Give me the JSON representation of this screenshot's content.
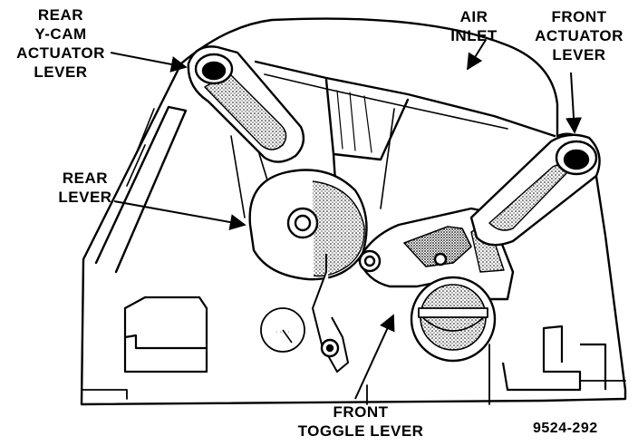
{
  "labels": {
    "rear_ycam": {
      "line1": "REAR",
      "line2": "Y-CAM",
      "line3": "ACTUATOR",
      "line4": "LEVER"
    },
    "air_inlet": {
      "line1": "AIR",
      "line2": "INLET"
    },
    "front_actuator": {
      "line1": "FRONT",
      "line2": "ACTUATOR",
      "line3": "LEVER"
    },
    "rear_lever": {
      "line1": "REAR",
      "line2": "LEVER"
    },
    "front_toggle": {
      "line1": "FRONT",
      "line2": "TOGGLE LEVER"
    }
  },
  "figure_number": "9524-292",
  "colors": {
    "ink": "#000000",
    "paper": "#ffffff",
    "shade": "#8a8a8a"
  }
}
